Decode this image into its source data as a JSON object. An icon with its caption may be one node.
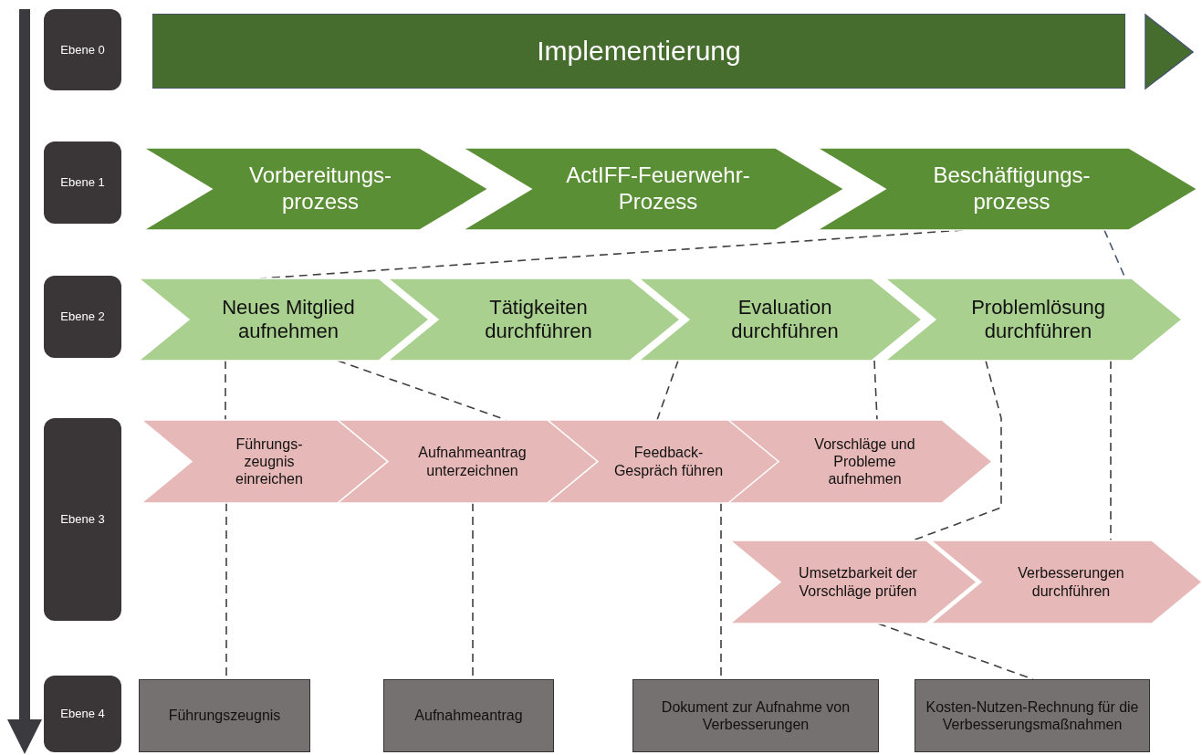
{
  "diagram": {
    "nodes": [
      {
        "text": [
          "Ebene 0"
        ]
      },
      {
        "text": [
          "Ebene 1"
        ]
      },
      {
        "text": [
          "Ebene 2"
        ]
      },
      {
        "text": [
          "Ebene 3"
        ]
      },
      {
        "text": [
          "Ebene 4"
        ]
      },
      {
        "text": [
          "Implementierung"
        ]
      },
      {
        "text": [
          "Vorbereitungs- prozess"
        ]
      },
      {
        "text": [
          "ActIFF-Feuerwehr- Prozess"
        ]
      },
      {
        "text": [
          "Beschäftigungs- prozess"
        ]
      },
      {
        "text": [
          "Neues Mitglied aufnehmen"
        ]
      },
      {
        "text": [
          "Tätigkeiten durchführen"
        ]
      },
      {
        "text": [
          "Evaluation durchführen"
        ]
      },
      {
        "text": [
          "Problemlösung durchführen"
        ]
      },
      {
        "text": [
          "Führungs- zeugnis einreichen"
        ]
      },
      {
        "text": [
          "Aufnahmeantrag unterzeichnen"
        ]
      },
      {
        "text": [
          "Feedback- Gespräch führen"
        ]
      },
      {
        "text": [
          "Vorschläge und Probleme aufnehmen"
        ]
      },
      {
        "text": [
          "Umsetzbarkeit der Vorschläge prüfen"
        ]
      },
      {
        "text": [
          "Verbesserungen durchführen"
        ]
      },
      {
        "text": [
          "Führungszeugnis"
        ]
      },
      {
        "text": [
          "Aufnahmeantrag"
        ]
      },
      {
        "text": [
          "Dokument zur Aufnahme von Verbesserungen"
        ]
      },
      {
        "text": [
          "Kosten-Nutzen-Rechnung für die Verbesserungsmaßnahmen"
        ]
      }
    ],
    "edges": [
      {
        "from": 8,
        "to": 9,
        "arrow": "none",
        "style": "dashed"
      },
      {
        "from": 8,
        "to": 12,
        "arrow": "none",
        "style": "dashed",
        "color": "#44546a"
      },
      {
        "from": 9,
        "to": 13,
        "arrow": "none",
        "style": "dashed"
      },
      {
        "from": 9,
        "to": 14,
        "arrow": "none",
        "style": "dashed"
      },
      {
        "from": 11,
        "to": 15,
        "arrow": "none",
        "style": "dashed"
      },
      {
        "from": 11,
        "to": 16,
        "arrow": "none",
        "style": "dashed"
      },
      {
        "from": 12,
        "to": 17,
        "arrow": "none",
        "style": "dashed"
      },
      {
        "from": 12,
        "to": 18,
        "arrow": "none",
        "style": "dashed"
      },
      {
        "from": 13,
        "to": 19,
        "arrow": "none",
        "style": "dashed"
      },
      {
        "from": 14,
        "to": 20,
        "arrow": "none",
        "style": "dashed"
      },
      {
        "from": 15,
        "to": 21,
        "arrow": "none",
        "style": "dashed"
      },
      {
        "from": 17,
        "to": 22,
        "arrow": "none",
        "style": "dashed"
      }
    ]
  }
}
